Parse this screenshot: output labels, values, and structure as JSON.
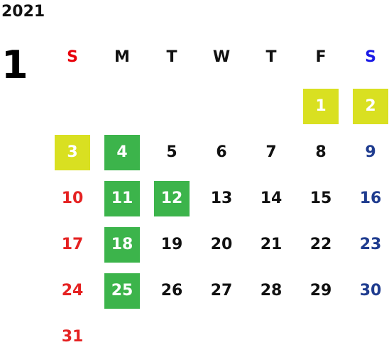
{
  "calendar": {
    "year": "2021",
    "month": "1",
    "weekdays": [
      {
        "label": "S",
        "color": "#e8000b"
      },
      {
        "label": "M",
        "color": "#111111"
      },
      {
        "label": "T",
        "color": "#111111"
      },
      {
        "label": "W",
        "color": "#111111"
      },
      {
        "label": "T",
        "color": "#111111"
      },
      {
        "label": "F",
        "color": "#111111"
      },
      {
        "label": "S",
        "color": "#1a1ae6"
      }
    ],
    "first_weekday_index": 5,
    "days_in_month": 31,
    "sunday_color": "#e52222",
    "saturday_color": "#1f3c8f",
    "weekday_color": "#111111",
    "highlight_colors": {
      "green": "#3cb44b",
      "yellow": "#d9e021"
    },
    "highlights": {
      "yellow": [
        1,
        2,
        3
      ],
      "green": [
        4,
        11,
        12,
        18,
        25
      ]
    }
  }
}
